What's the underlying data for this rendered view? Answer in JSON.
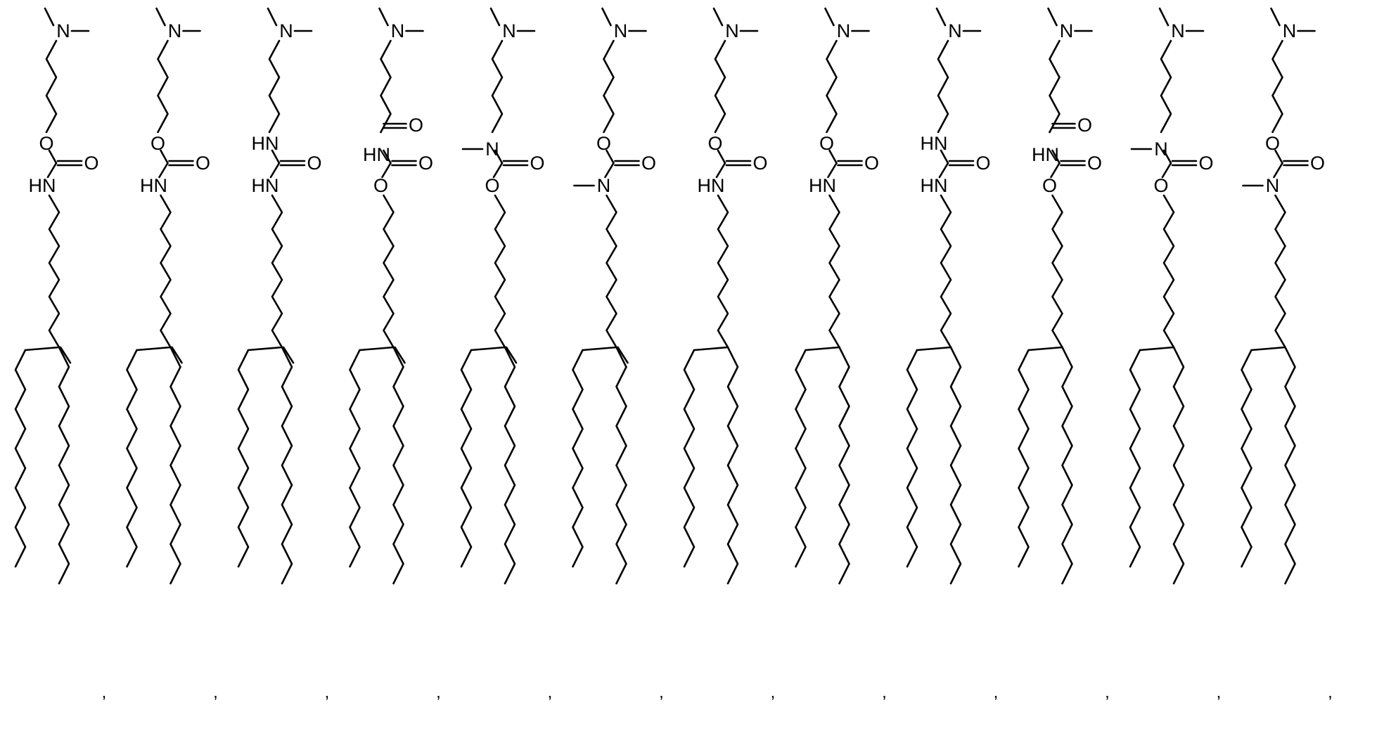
{
  "structures": [
    {
      "id": 1,
      "head": "ester",
      "linker": "carbamate",
      "nh": "HN",
      "tail": "alkene"
    },
    {
      "id": 2,
      "head": "ester",
      "linker": "carbamate",
      "nh": "HN",
      "tail": "alkene"
    },
    {
      "id": 3,
      "head": "amideNH",
      "linker": "urea",
      "nh": "HN",
      "tail": "alkene"
    },
    {
      "id": 4,
      "head": "ketone",
      "linker": "imide",
      "nh": "HN",
      "tail": "alkene"
    },
    {
      "id": 5,
      "head": "NMe",
      "linker": "carbamateO",
      "nh": "",
      "tail": "alkene"
    },
    {
      "id": 6,
      "head": "ester",
      "linker": "NMe",
      "nh": "",
      "tail": "alkene"
    },
    {
      "id": 7,
      "head": "ester",
      "linker": "carbamate",
      "nh": "HN",
      "tail": "branched"
    },
    {
      "id": 8,
      "head": "ester",
      "linker": "carbamate",
      "nh": "HN",
      "tail": "branched"
    },
    {
      "id": 9,
      "head": "amideNH",
      "linker": "urea",
      "nh": "HN",
      "tail": "branched"
    },
    {
      "id": 10,
      "head": "ketone",
      "linker": "imide",
      "nh": "HN",
      "tail": "branched"
    },
    {
      "id": 11,
      "head": "NMe",
      "linker": "carbamateO",
      "nh": "",
      "tail": "branched"
    },
    {
      "id": 12,
      "head": "ester",
      "linker": "NMe",
      "nh": "",
      "tail": "branched"
    }
  ],
  "labels": {
    "amine": "N",
    "oxygen": "O",
    "nh": "HN",
    "n_methyl": "N",
    "separator": ","
  }
}
